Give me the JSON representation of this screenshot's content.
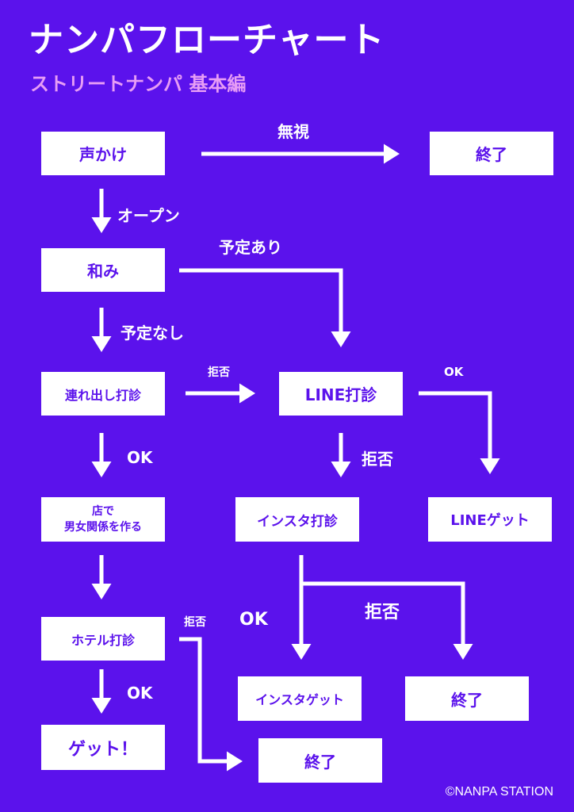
{
  "title": "ナンパフローチャート",
  "subtitle": "ストリートナンパ 基本編",
  "nodes": {
    "koekake": "声かけ",
    "end_top": "終了",
    "nagomi": "和み",
    "tsuredashi": "連れ出し打診",
    "line_dashin": "LINE打診",
    "mise_line1": "店で",
    "mise_line2": "男女関係を作る",
    "insta_dashin": "インスタ打診",
    "line_get": "LINEゲット",
    "hotel_dashin": "ホテル打診",
    "insta_get": "インスタゲット",
    "end_mid": "終了",
    "get": "ゲット！",
    "end_bottom": "終了"
  },
  "edges": {
    "mushi": "無視",
    "open": "オープン",
    "yotei_ari": "予定あり",
    "yotei_nashi": "予定なし",
    "kyohi_1": "拒否",
    "ok_line": "OK",
    "ok_tsure": "OK",
    "kyohi_line": "拒否",
    "kyohi_hotel": "拒否",
    "ok_insta": "OK",
    "kyohi_insta": "拒否",
    "ok_hotel": "OK"
  },
  "copyright": "©NANPA STATION",
  "colors": {
    "background": "#5b12ec",
    "box": "#ffffff",
    "box_text": "#5b12ec",
    "subtitle": "#e79df5"
  }
}
